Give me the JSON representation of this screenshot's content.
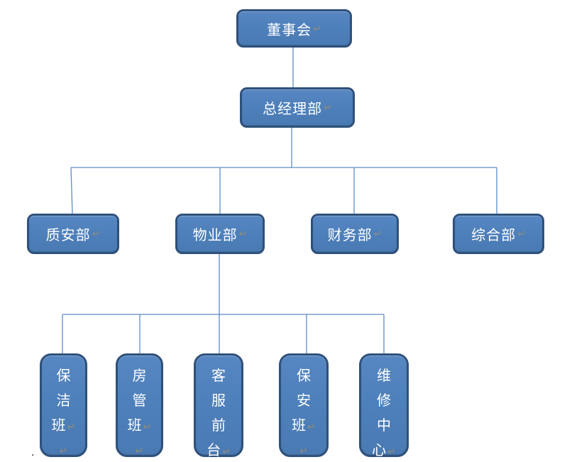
{
  "chart": {
    "type": "org-chart",
    "marks": {
      "paragraph_return": "↵",
      "stray_dot": "."
    },
    "colors": {
      "box_fill": "#4e80bb",
      "box_border": "#2f517b",
      "box_text": "#ffffff",
      "connector": "#5e8cc8",
      "return_mark": "#8f8b7d",
      "background": "#ffffff"
    },
    "nodes": {
      "board": {
        "label": "董事会",
        "level": 1
      },
      "general_manager": {
        "label": "总经理部",
        "level": 2
      },
      "quality_safety": {
        "label": "质安部",
        "level": 3
      },
      "property": {
        "label": "物业部",
        "level": 3
      },
      "finance": {
        "label": "财务部",
        "level": 3
      },
      "general_affairs": {
        "label": "综合部",
        "level": 3
      },
      "cleaning": {
        "label": "保洁班",
        "chars": [
          "保",
          "洁",
          "班"
        ],
        "level": 4
      },
      "housing": {
        "label": "房管班",
        "chars": [
          "房",
          "管",
          "班"
        ],
        "level": 4
      },
      "front_desk": {
        "label": "客服前台",
        "chars": [
          "客",
          "服",
          "前",
          "台"
        ],
        "level": 4
      },
      "security": {
        "label": "保安班",
        "chars": [
          "保",
          "安",
          "班"
        ],
        "level": 4
      },
      "maintenance": {
        "label": "维修中心",
        "chars": [
          "维",
          "修",
          "中",
          "心"
        ],
        "level": 4
      }
    },
    "edges": [
      {
        "from": "board",
        "to": "general_manager"
      },
      {
        "from": "general_manager",
        "to": "quality_safety"
      },
      {
        "from": "general_manager",
        "to": "property"
      },
      {
        "from": "general_manager",
        "to": "finance"
      },
      {
        "from": "general_manager",
        "to": "general_affairs"
      },
      {
        "from": "property",
        "to": "cleaning"
      },
      {
        "from": "property",
        "to": "housing"
      },
      {
        "from": "property",
        "to": "front_desk"
      },
      {
        "from": "property",
        "to": "security"
      },
      {
        "from": "property",
        "to": "maintenance"
      }
    ]
  }
}
